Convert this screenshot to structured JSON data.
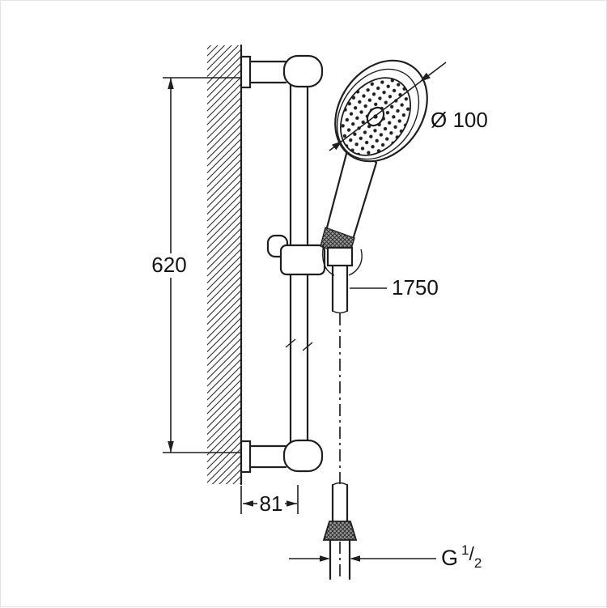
{
  "labels": {
    "rail_height": "620",
    "head_diameter": "Ø 100",
    "hose_length": "1750",
    "wall_to_rail": "81",
    "thread_g": "G",
    "thread_num": "1",
    "thread_slash": "/",
    "thread_den": "2"
  }
}
